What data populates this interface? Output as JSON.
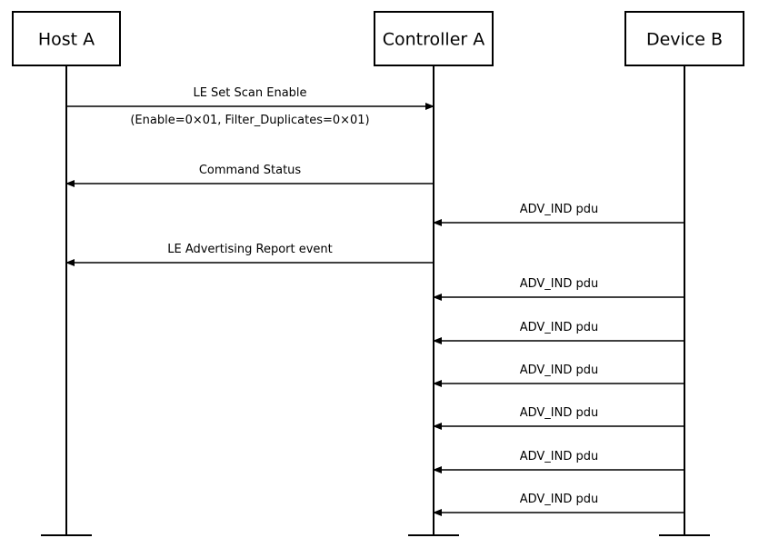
{
  "participants": [
    {
      "id": "host-a",
      "name": "Host A"
    },
    {
      "id": "controller-a",
      "name": "Controller A"
    },
    {
      "id": "device-b",
      "name": "Device B"
    }
  ],
  "messages": [
    {
      "from": "host-a",
      "to": "controller-a",
      "label": "LE Set Scan Enable",
      "sublabel": "(Enable=0×01, Filter_Duplicates=0×01)"
    },
    {
      "from": "controller-a",
      "to": "host-a",
      "label": "Command Status"
    },
    {
      "from": "device-b",
      "to": "controller-a",
      "label": "ADV_IND pdu"
    },
    {
      "from": "controller-a",
      "to": "host-a",
      "label": "LE Advertising Report event"
    },
    {
      "from": "device-b",
      "to": "controller-a",
      "label": "ADV_IND pdu"
    },
    {
      "from": "device-b",
      "to": "controller-a",
      "label": "ADV_IND pdu"
    },
    {
      "from": "device-b",
      "to": "controller-a",
      "label": "ADV_IND pdu"
    },
    {
      "from": "device-b",
      "to": "controller-a",
      "label": "ADV_IND pdu"
    },
    {
      "from": "device-b",
      "to": "controller-a",
      "label": "ADV_IND pdu"
    },
    {
      "from": "device-b",
      "to": "controller-a",
      "label": "ADV_IND pdu"
    }
  ]
}
